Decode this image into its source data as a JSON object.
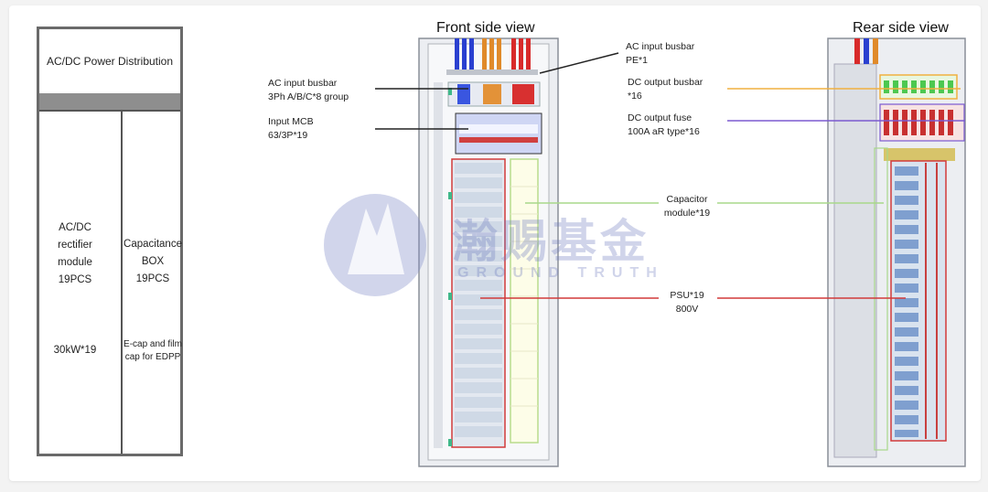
{
  "table": {
    "header": "AC/DC Power  Distribution",
    "left_col": {
      "name": [
        "AC/DC",
        "rectifier",
        "module",
        "19PCS"
      ],
      "power": "30kW*19"
    },
    "right_col": {
      "name": [
        "Capacitance",
        "BOX",
        "19PCS"
      ],
      "note": [
        "E-cap and film",
        "cap for EDPP"
      ]
    }
  },
  "front_title": "Front side  view",
  "rear_title": "Rear side view",
  "callouts": {
    "ac_busbar_group": [
      "AC input  busbar",
      "3Ph A/B/C*8 group"
    ],
    "input_mcb": [
      "Input MCB",
      "63/3P*19"
    ],
    "ac_busbar_pe": [
      "AC input  busbar",
      "PE*1"
    ],
    "dc_output_busbar": [
      "DC output busbar",
      "*16"
    ],
    "dc_output_fuse": [
      "DC output fuse",
      "100A aR type*16"
    ],
    "capacitor_module": [
      "Capacitor",
      "module*19"
    ],
    "psu": [
      "PSU*19",
      "800V"
    ]
  },
  "watermark": {
    "cn": "瀚赐基金",
    "en": "GROUND TRUTH"
  },
  "colors": {
    "line_black": "#222222",
    "line_orange": "#f0b040",
    "line_purple": "#7b5ad0",
    "line_green": "#a8d88a",
    "line_red": "#d23a3a",
    "busbar_blue": "#2a40d0",
    "busbar_orange": "#e08a2a",
    "busbar_red": "#d82a2a"
  }
}
